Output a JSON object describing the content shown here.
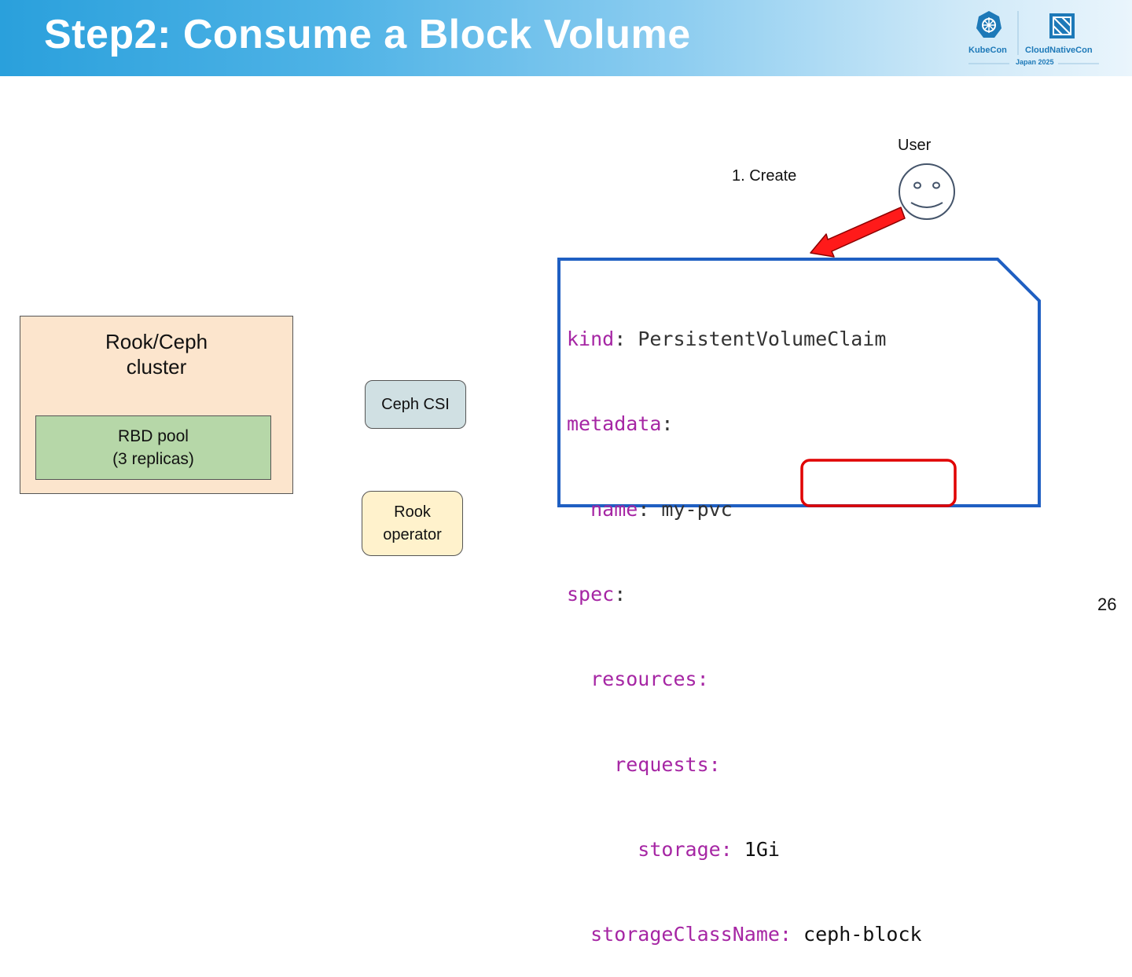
{
  "header": {
    "title": "Step2: Consume a Block Volume",
    "logo": {
      "left_text": "KubeCon",
      "right_text": "CloudNativeCon",
      "sub_text": "Japan 2025"
    }
  },
  "diagram": {
    "cluster": {
      "label": "Rook/Ceph\ncluster",
      "fill": "#fce5cd"
    },
    "pool": {
      "label": "RBD pool\n(3 replicas)",
      "fill": "#b6d7a8"
    },
    "ceph_csi": {
      "label": "Ceph CSI",
      "fill": "#d0e0e3"
    },
    "rook_operator": {
      "label": "Rook\noperator",
      "fill": "#fff2cc"
    },
    "user": {
      "label": "User",
      "icon": "smiley-face-icon"
    },
    "create_arrow": {
      "label": "1. Create",
      "color": "#ff0000"
    },
    "yaml_doc": {
      "border_color": "#1f5fc2",
      "lines": [
        {
          "key": "kind",
          "sep": ": ",
          "value": "PersistentVolumeClaim"
        },
        {
          "key": "metadata",
          "sep": ":",
          "value": ""
        },
        {
          "key": "  name",
          "sep": ": ",
          "value": "my-pvc"
        },
        {
          "key": "spec",
          "sep": ":",
          "value": ""
        },
        {
          "key": "  resources:",
          "sep": "",
          "value": ""
        },
        {
          "key": "    requests:",
          "sep": "",
          "value": ""
        },
        {
          "key": "      storage:",
          "sep": " ",
          "value": "1Gi"
        },
        {
          "key": "  storageClassName:",
          "sep": " ",
          "value": "ceph-block"
        }
      ],
      "highlight_color": "#e00000"
    }
  },
  "footer": {
    "page_number": "26"
  }
}
